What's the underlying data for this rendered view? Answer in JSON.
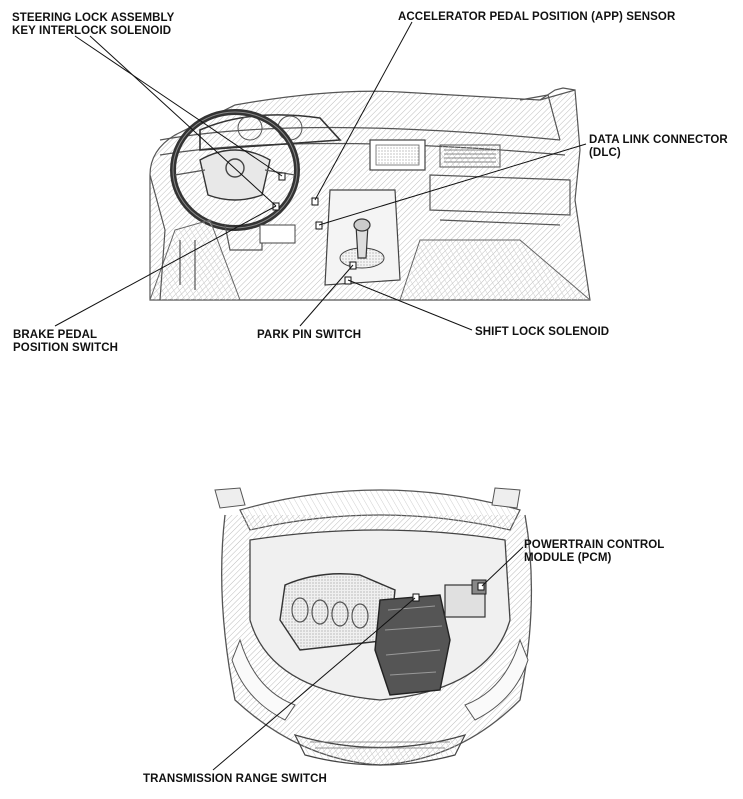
{
  "diagram": {
    "labels": {
      "steering_lock": [
        "STEERING LOCK ASSEMBLY",
        "KEY INTERLOCK SOLENOID"
      ],
      "app_sensor": [
        "ACCELERATOR PEDAL POSITION (APP) SENSOR"
      ],
      "dlc": [
        "DATA LINK CONNECTOR",
        "(DLC)"
      ],
      "brake_pedal": [
        "BRAKE PEDAL",
        "POSITION SWITCH"
      ],
      "park_pin": [
        "PARK PIN SWITCH"
      ],
      "shift_lock": [
        "SHIFT LOCK SOLENOID"
      ],
      "pcm": [
        "POWERTRAIN CONTROL",
        "MODULE (PCM)"
      ],
      "trans_range": [
        "TRANSMISSION RANGE SWITCH"
      ]
    },
    "illustrations": {
      "top": "dashboard-interior-illustration",
      "bottom": "engine-bay-illustration"
    }
  }
}
